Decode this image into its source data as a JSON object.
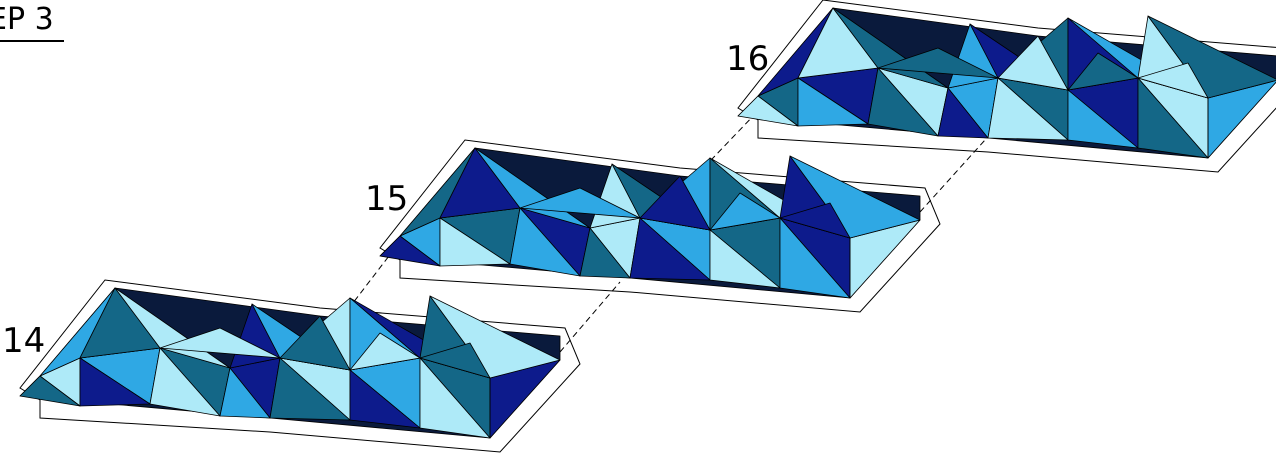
{
  "header": {
    "step_label": "EP 3"
  },
  "panels": [
    {
      "id": "panel-14",
      "label": "14"
    },
    {
      "id": "panel-15",
      "label": "15"
    },
    {
      "id": "panel-16",
      "label": "16"
    }
  ],
  "colors": {
    "light": "#aeeaf8",
    "sky": "#2fa8e4",
    "teal": "#146787",
    "navy": "#0d1b8c",
    "base": "#0a1a3c",
    "outline": "#000000"
  }
}
